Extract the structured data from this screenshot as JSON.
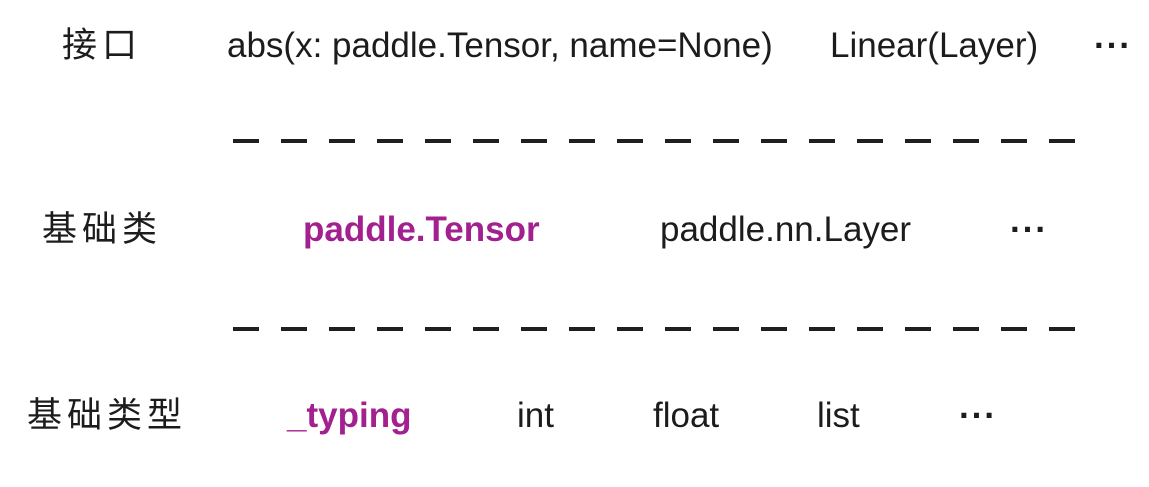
{
  "diagram": {
    "title": "paddle-api-type-hierarchy",
    "colors": {
      "background": "#ffffff",
      "text": "#1c1c1c",
      "accent": "#a2218f",
      "divider": "#1f1f1f"
    },
    "rows": [
      {
        "label": "接口",
        "items": [
          {
            "text": "abs(x: paddle.Tensor, name=None)"
          },
          {
            "text": "Linear(Layer)"
          },
          {
            "text": "···"
          }
        ]
      },
      {
        "label": "基础类",
        "items": [
          {
            "text": "paddle.Tensor",
            "highlight": true
          },
          {
            "text": "paddle.nn.Layer"
          },
          {
            "text": "···"
          }
        ]
      },
      {
        "label": "基础类型",
        "items": [
          {
            "text": "_typing",
            "highlight": true
          },
          {
            "text": "int"
          },
          {
            "text": "float"
          },
          {
            "text": "list"
          },
          {
            "text": "···"
          }
        ]
      }
    ]
  }
}
